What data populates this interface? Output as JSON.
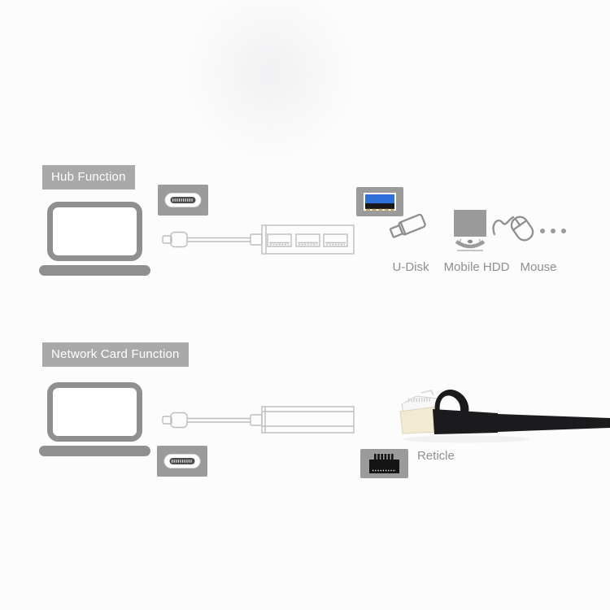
{
  "colors": {
    "background": "#fcfcfd",
    "label_box": "#a9a9a9",
    "label_text": "#ffffff",
    "icon_box": "#9b9b9b",
    "icon_gray": "#8f8f8f",
    "outline_gray": "#bdbdbd",
    "caption_text": "#8f8f8f",
    "usb_blue": "#2f6fd8",
    "cable_black": "#1b1b1d",
    "connector_cream": "#f1ebd3"
  },
  "hub_section": {
    "label": "Hub Function",
    "icons": {
      "source": "laptop-icon",
      "source_port": "usb-c-port-icon",
      "adapter": "usb-hub-illustration",
      "hub_port": "usb-a-3.0-port-icon",
      "more": "ellipsis-icon"
    },
    "devices": [
      {
        "name": "U-Disk",
        "icon": "u-disk-icon"
      },
      {
        "name": "Mobile HDD",
        "icon": "mobile-hdd-icon"
      },
      {
        "name": "Mouse",
        "icon": "mouse-icon"
      }
    ]
  },
  "network_section": {
    "label": "Network Card Function",
    "port_caption": "Reticle",
    "icons": {
      "source": "laptop-icon",
      "source_port": "usb-c-port-icon",
      "adapter": "ethernet-adapter-illustration",
      "lan_port": "rj45-port-icon",
      "cable": "ethernet-cable-icon"
    }
  }
}
